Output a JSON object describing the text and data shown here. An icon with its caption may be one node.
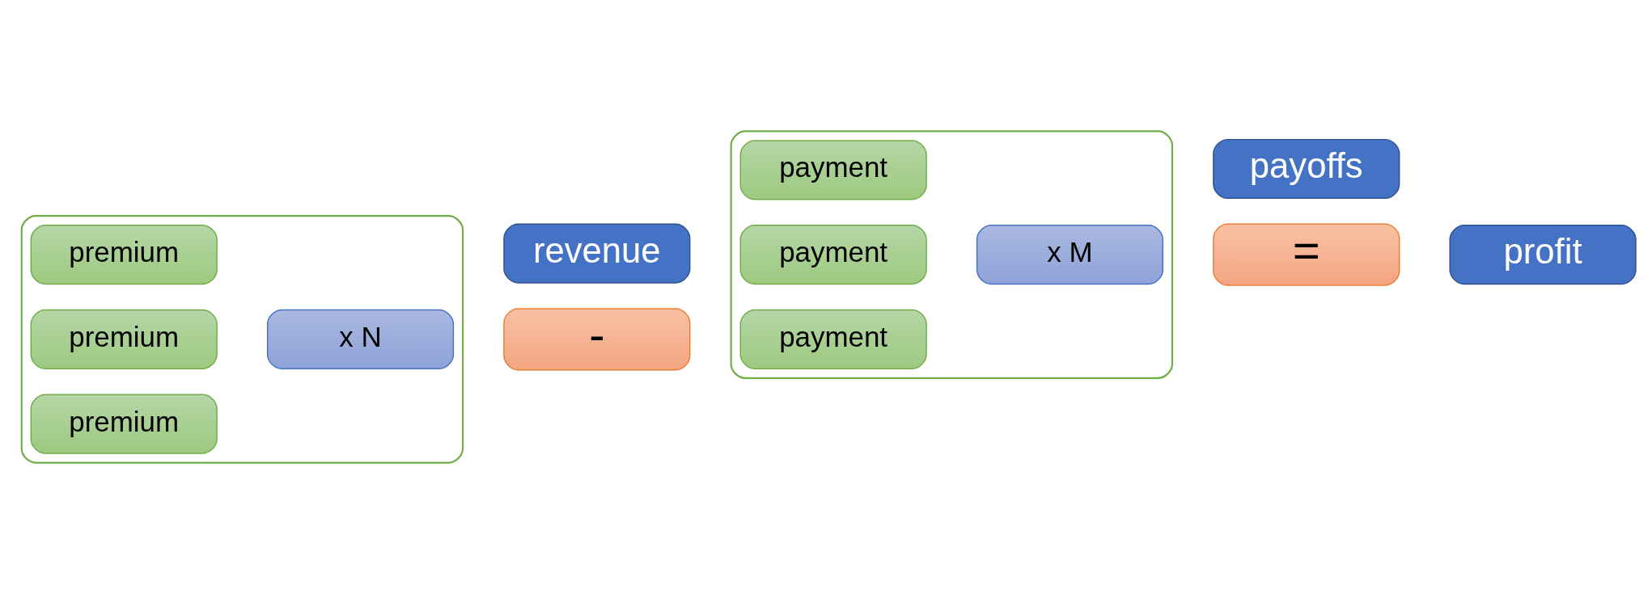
{
  "diagram": {
    "nodes": [
      {
        "text": [],
        "shape": "box"
      },
      {
        "text": [
          "premium"
        ],
        "in": 0
      },
      {
        "text": [
          "premium"
        ],
        "in": 0
      },
      {
        "text": [
          "premium"
        ],
        "in": 0
      },
      {
        "text": [
          "x N"
        ],
        "in": 0
      },
      {
        "text": [
          "revenue"
        ]
      },
      {
        "text": [
          "-"
        ]
      },
      {
        "text": [],
        "shape": "box"
      },
      {
        "text": [
          "payment"
        ],
        "in": 7
      },
      {
        "text": [
          "payment"
        ],
        "in": 7
      },
      {
        "text": [
          "payment"
        ],
        "in": 7
      },
      {
        "text": [
          "x M"
        ],
        "in": 7
      },
      {
        "text": [
          "payoffs"
        ]
      },
      {
        "text": [
          "="
        ]
      },
      {
        "text": [
          "profit"
        ]
      }
    ],
    "edges": []
  }
}
